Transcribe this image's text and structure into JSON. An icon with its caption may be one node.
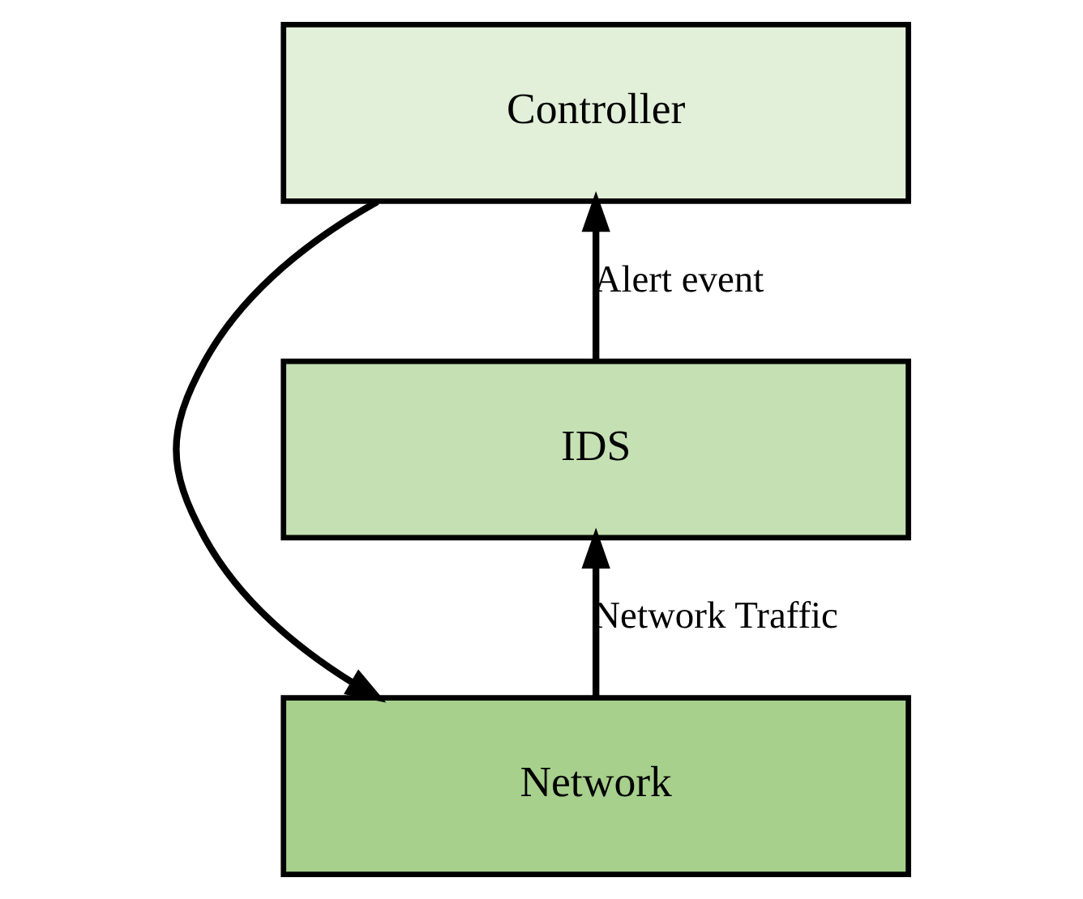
{
  "diagram": {
    "nodes": [
      {
        "text": [
          "Controller"
        ]
      },
      {
        "text": [
          "IDS"
        ]
      },
      {
        "text": [
          "Network"
        ]
      }
    ],
    "edges": [
      {
        "from": 1,
        "to": 0,
        "arrow": "to",
        "label": "Alert event"
      },
      {
        "from": 2,
        "to": 1,
        "arrow": "to",
        "label": "Network Traffic"
      },
      {
        "from": 0,
        "to": 2,
        "arrow": "to"
      }
    ]
  }
}
